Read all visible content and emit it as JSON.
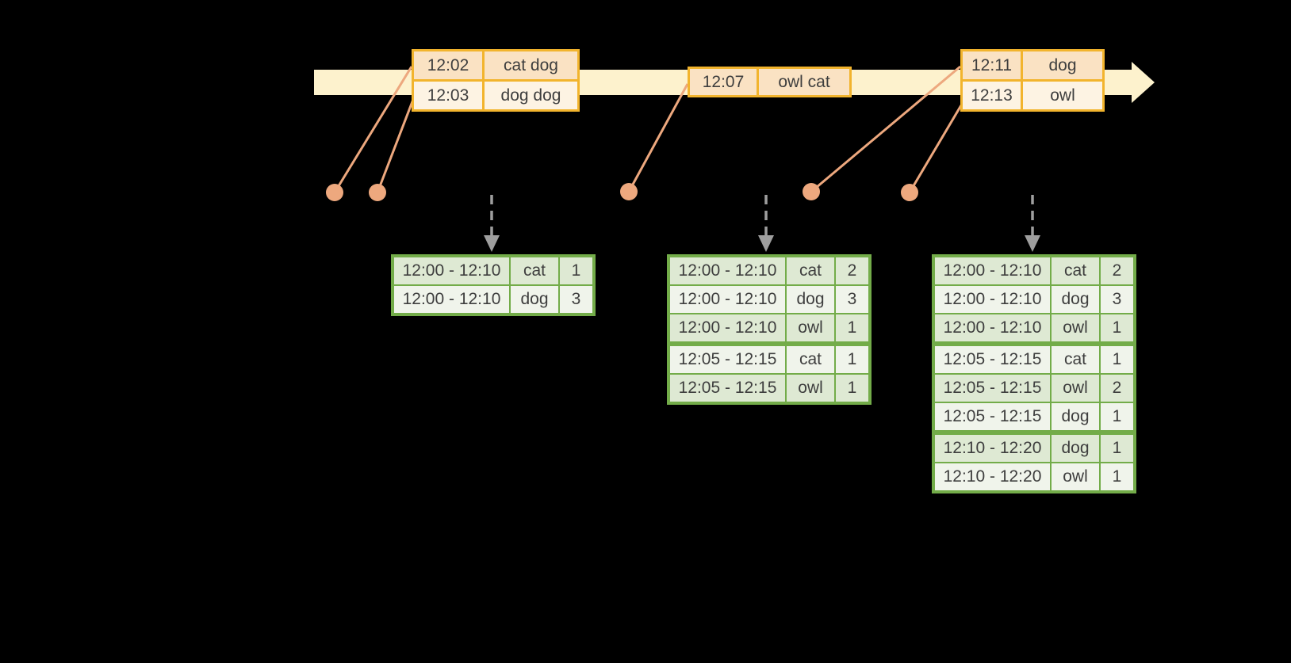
{
  "colors": {
    "background": "#000000",
    "timeline-fill": "#FDF2CD",
    "event-border": "#F2B42D",
    "event-row-dark": "#FAE2C3",
    "event-row-light": "#FDF3E3",
    "connector": "#EDA87E",
    "trigger-arrow": "#9E9E9E",
    "result-border": "#73AC49",
    "result-row-dark": "#DEE9D3",
    "result-row-light": "#F0F4EB",
    "text": "#3E3E3E"
  },
  "timeline": {
    "event_tables": [
      {
        "rows": [
          {
            "time": "12:02",
            "words": "cat dog"
          },
          {
            "time": "12:03",
            "words": "dog dog"
          }
        ]
      },
      {
        "rows": [
          {
            "time": "12:07",
            "words": "owl cat"
          }
        ]
      },
      {
        "rows": [
          {
            "time": "12:11",
            "words": "dog"
          },
          {
            "time": "12:13",
            "words": "owl"
          }
        ]
      }
    ]
  },
  "result_tables": [
    {
      "group_breaks": [],
      "rows": [
        {
          "window": "12:00 - 12:10",
          "word": "cat",
          "count": "1"
        },
        {
          "window": "12:00 - 12:10",
          "word": "dog",
          "count": "3"
        }
      ]
    },
    {
      "group_breaks": [
        3
      ],
      "rows": [
        {
          "window": "12:00 - 12:10",
          "word": "cat",
          "count": "2"
        },
        {
          "window": "12:00 - 12:10",
          "word": "dog",
          "count": "3"
        },
        {
          "window": "12:00 - 12:10",
          "word": "owl",
          "count": "1"
        },
        {
          "window": "12:05 - 12:15",
          "word": "cat",
          "count": "1"
        },
        {
          "window": "12:05 - 12:15",
          "word": "owl",
          "count": "1"
        }
      ]
    },
    {
      "group_breaks": [
        3,
        6
      ],
      "rows": [
        {
          "window": "12:00 - 12:10",
          "word": "cat",
          "count": "2"
        },
        {
          "window": "12:00 - 12:10",
          "word": "dog",
          "count": "3"
        },
        {
          "window": "12:00 - 12:10",
          "word": "owl",
          "count": "1"
        },
        {
          "window": "12:05 - 12:15",
          "word": "cat",
          "count": "1"
        },
        {
          "window": "12:05 - 12:15",
          "word": "owl",
          "count": "2"
        },
        {
          "window": "12:05 - 12:15",
          "word": "dog",
          "count": "1"
        },
        {
          "window": "12:10 - 12:20",
          "word": "dog",
          "count": "1"
        },
        {
          "window": "12:10 - 12:20",
          "word": "owl",
          "count": "1"
        }
      ]
    }
  ]
}
